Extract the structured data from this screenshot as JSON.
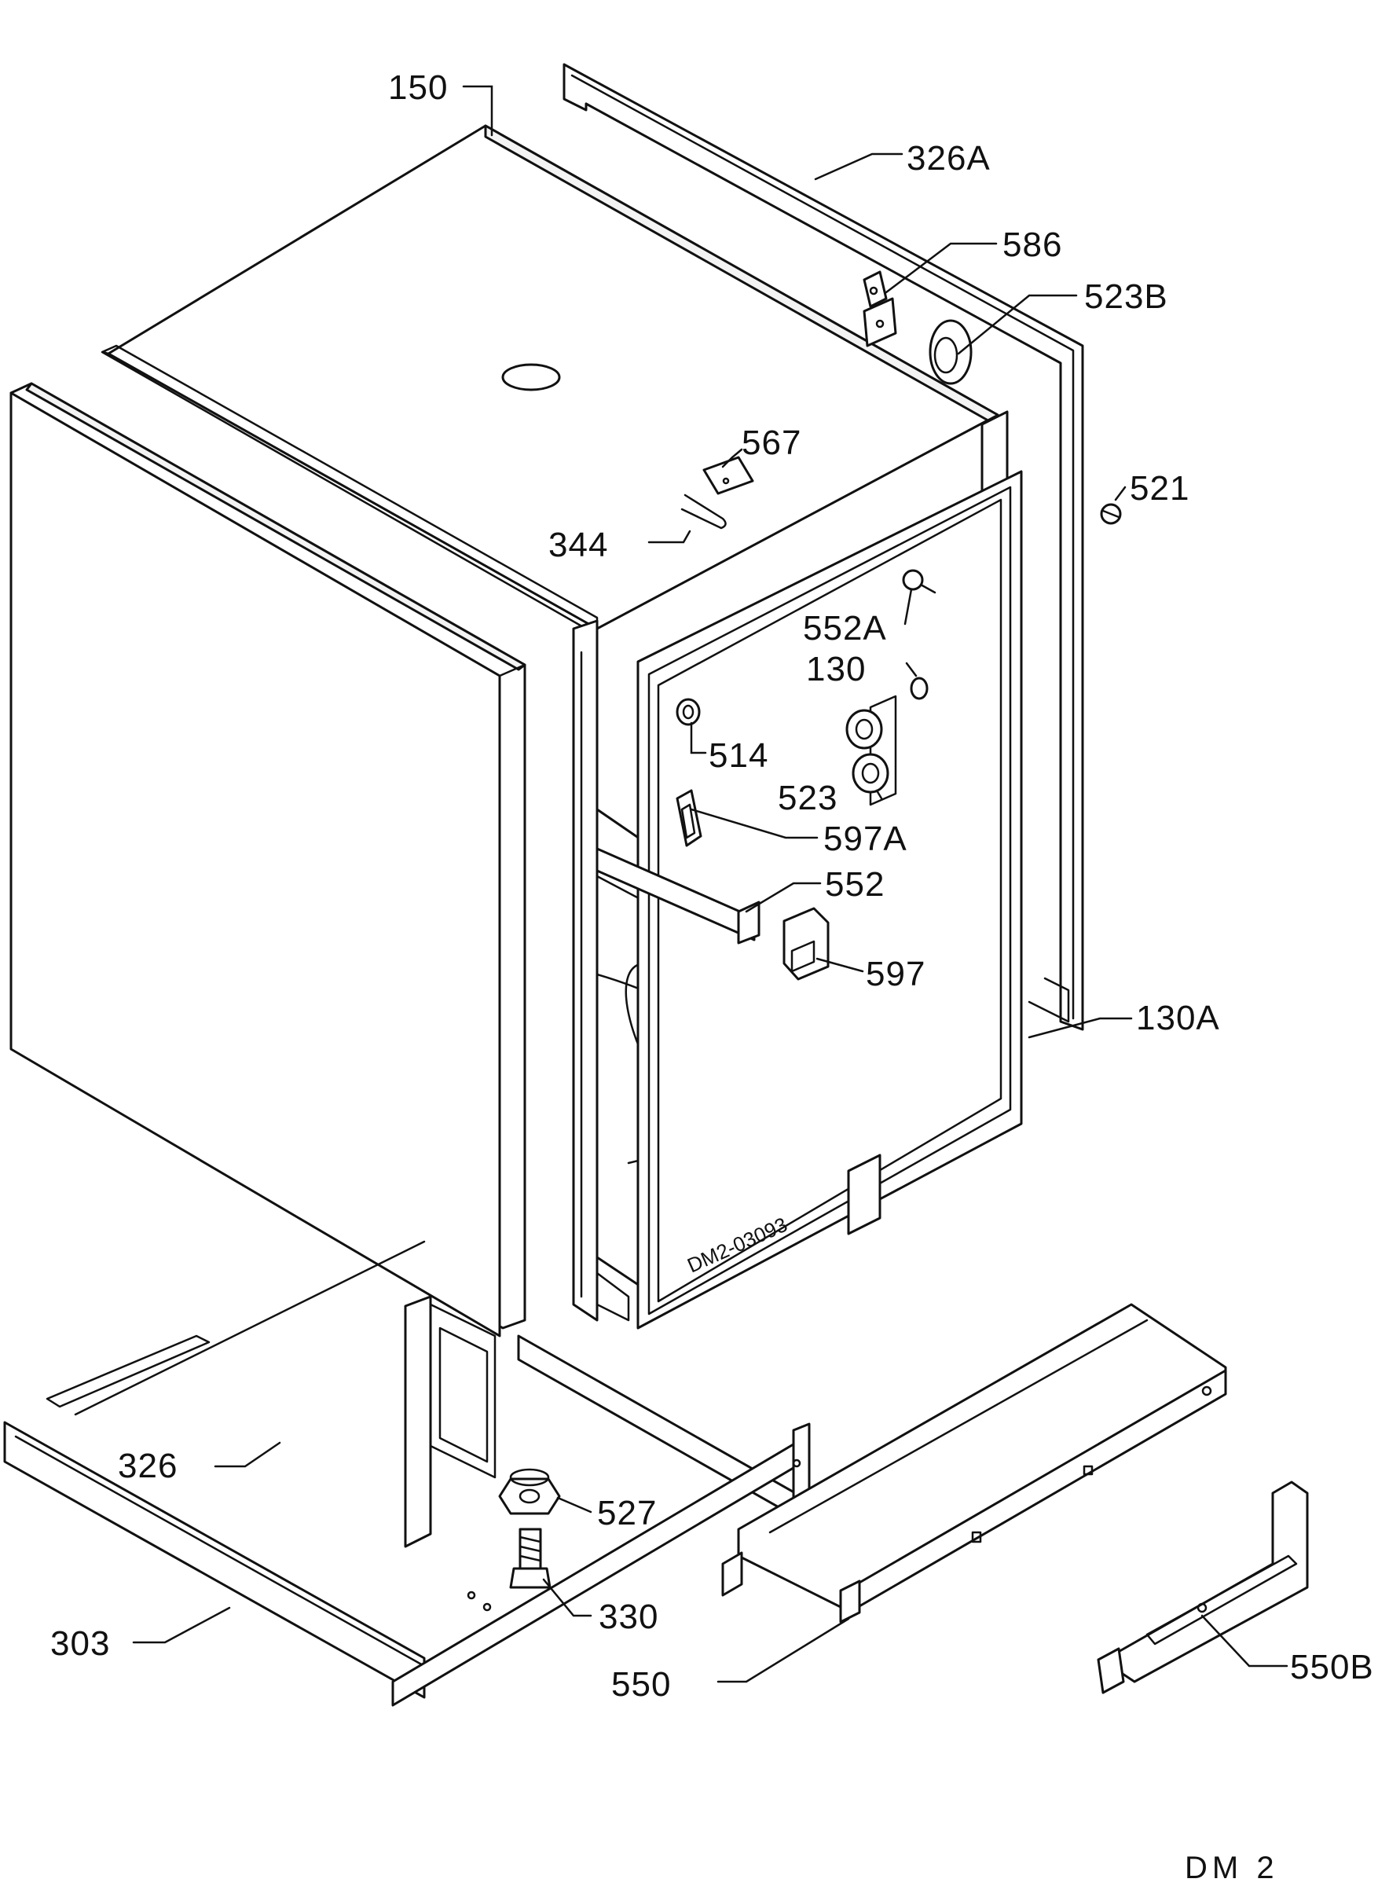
{
  "diagram_code": "DM 2",
  "stamp_text": "DM2-03093",
  "parts": [
    {
      "key": "p150",
      "label": "150"
    },
    {
      "key": "p326A",
      "label": "326A"
    },
    {
      "key": "p586",
      "label": "586"
    },
    {
      "key": "p523B",
      "label": "523B"
    },
    {
      "key": "p567",
      "label": "567"
    },
    {
      "key": "p344",
      "label": "344"
    },
    {
      "key": "p521",
      "label": "521"
    },
    {
      "key": "p552A",
      "label": "552A"
    },
    {
      "key": "p130",
      "label": "130"
    },
    {
      "key": "p514",
      "label": "514"
    },
    {
      "key": "p523",
      "label": "523"
    },
    {
      "key": "p597A",
      "label": "597A"
    },
    {
      "key": "p552",
      "label": "552"
    },
    {
      "key": "p597",
      "label": "597"
    },
    {
      "key": "p130A",
      "label": "130A"
    },
    {
      "key": "p326",
      "label": "326"
    },
    {
      "key": "p527",
      "label": "527"
    },
    {
      "key": "p303",
      "label": "303"
    },
    {
      "key": "p330",
      "label": "330"
    },
    {
      "key": "p550",
      "label": "550"
    },
    {
      "key": "p550B",
      "label": "550B"
    }
  ]
}
